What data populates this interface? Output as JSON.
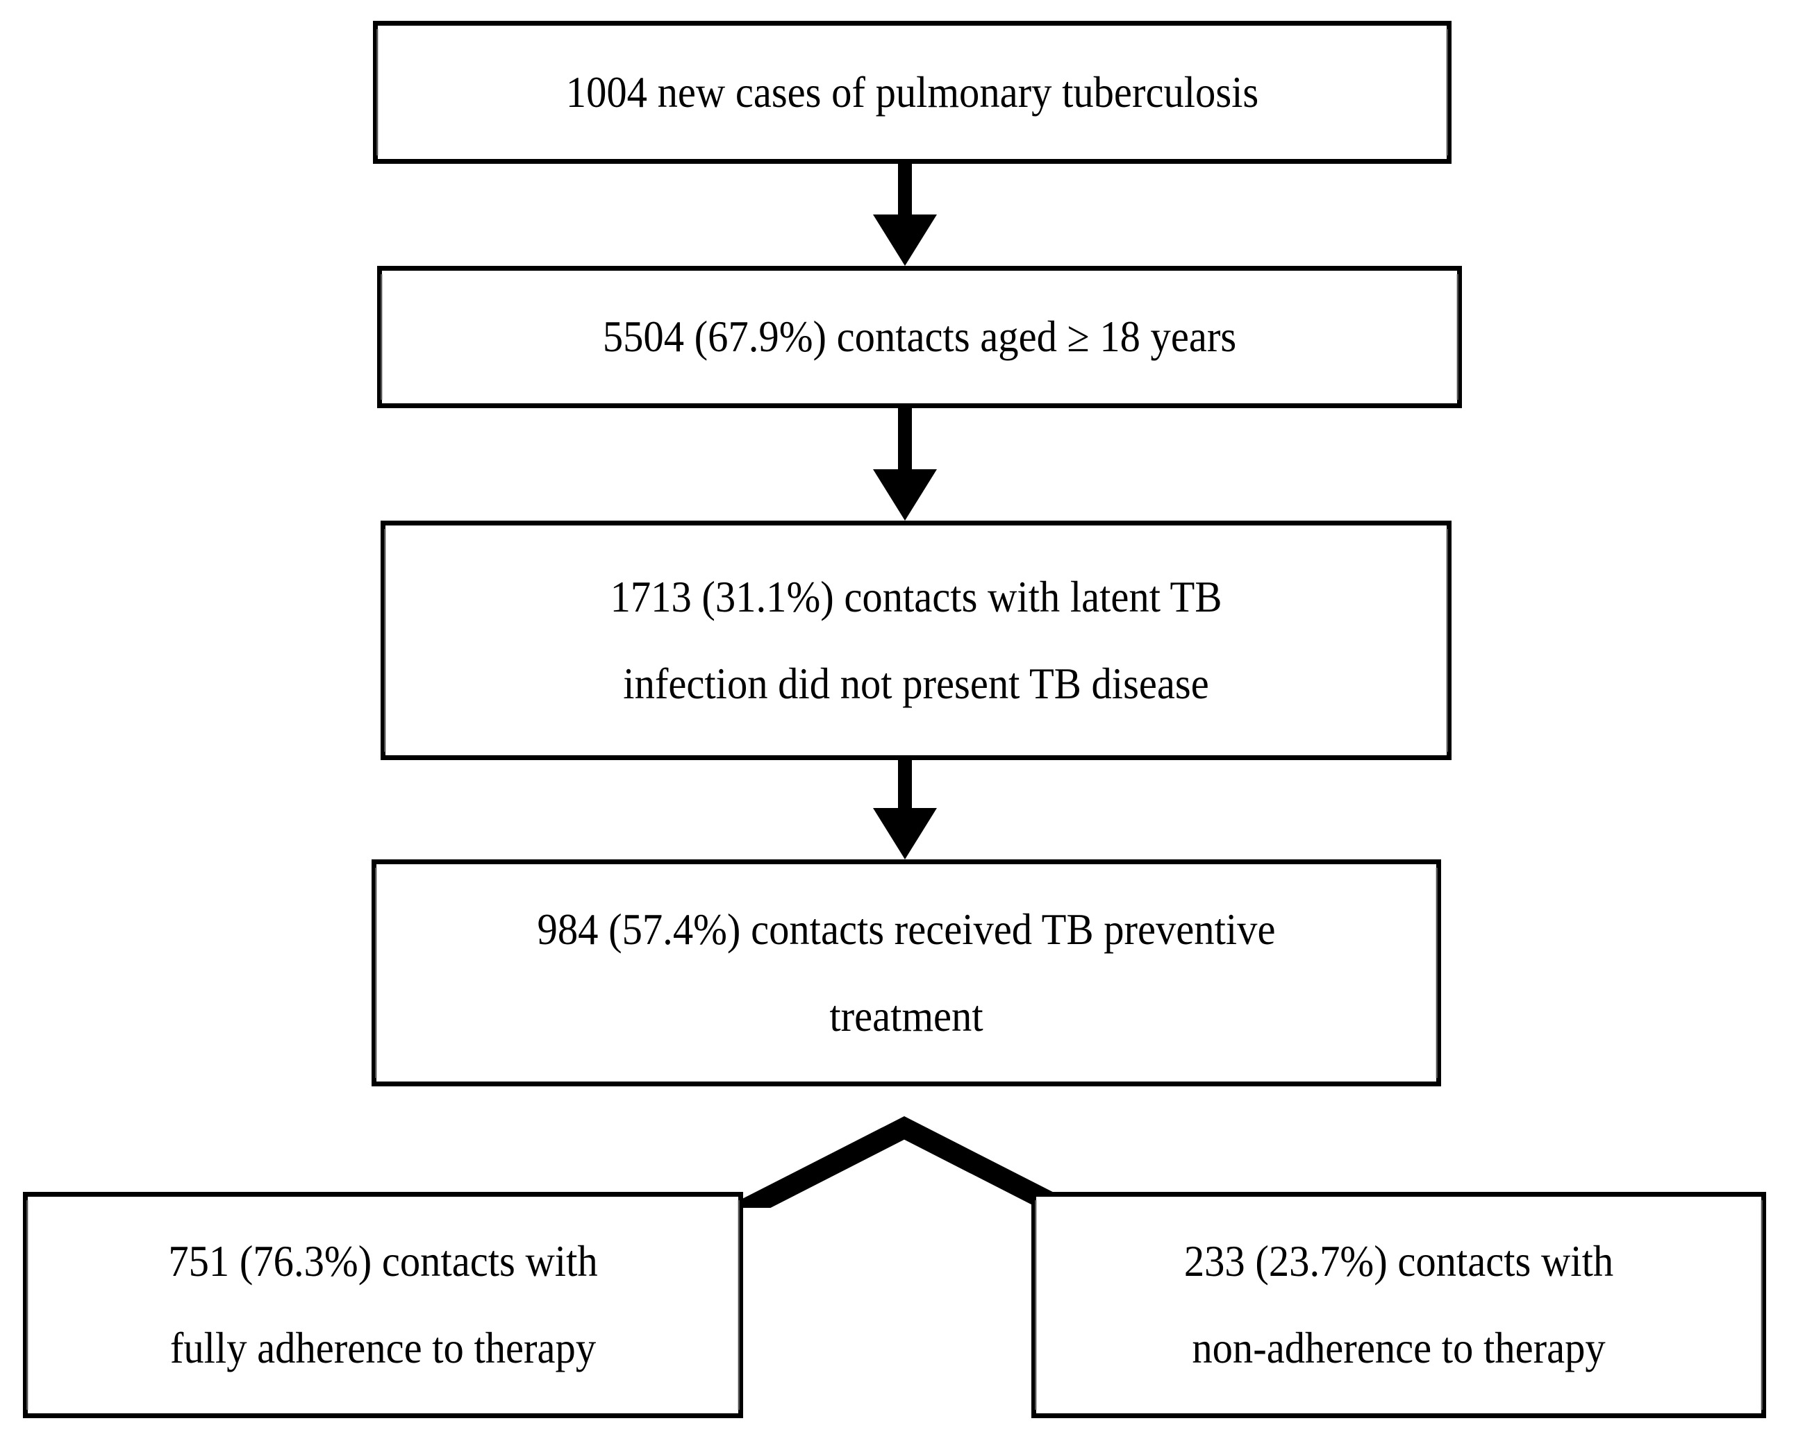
{
  "diagram": {
    "title": "TB contact investigation flow",
    "type": "flowchart",
    "orientation": "top-down",
    "line_color": "#000000",
    "fill_color": "#ffffff",
    "nodes": [
      {
        "id": "cases",
        "lines": [
          "1004 new cases of pulmonary tuberculosis"
        ],
        "count": 1004
      },
      {
        "id": "contacts",
        "lines": [
          "5504 (67.9%) contacts aged ≥ 18 years"
        ],
        "count": 5504,
        "percent": 67.9
      },
      {
        "id": "latent",
        "lines": [
          "1713 (31.1%) contacts with latent TB",
          "infection did not present TB disease"
        ],
        "count": 1713,
        "percent": 31.1
      },
      {
        "id": "treatment",
        "lines": [
          "984 (57.4%) contacts received TB preventive",
          "treatment"
        ],
        "count": 984,
        "percent": 57.4
      },
      {
        "id": "adherent",
        "lines": [
          "751 (76.3%) contacts with",
          "fully adherence to therapy"
        ],
        "count": 751,
        "percent": 76.3
      },
      {
        "id": "non_adherent",
        "lines": [
          "233 (23.7%) contacts with",
          "non-adherence to therapy"
        ],
        "count": 233,
        "percent": 23.7
      }
    ],
    "edges": [
      {
        "from": "cases",
        "to": "contacts",
        "style": "straight-down-arrow"
      },
      {
        "from": "contacts",
        "to": "latent",
        "style": "straight-down-arrow"
      },
      {
        "from": "latent",
        "to": "treatment",
        "style": "straight-down-arrow"
      },
      {
        "from": "treatment",
        "to": "adherent",
        "style": "diagonal-down-left-arrow"
      },
      {
        "from": "treatment",
        "to": "non_adherent",
        "style": "diagonal-down-right-arrow"
      }
    ]
  }
}
